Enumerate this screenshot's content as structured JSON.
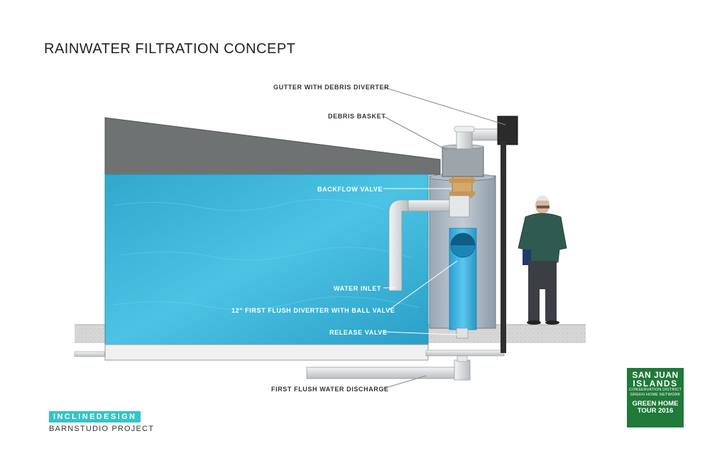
{
  "title": "RAINWATER FILTRATION CONCEPT",
  "labels": {
    "gutter": "GUTTER WITH DEBRIS DIVERTER",
    "debris_basket": "DEBRIS BASKET",
    "backflow_valve": "BACKFLOW VALVE",
    "water_inlet": "WATER INLET",
    "first_flush_diverter": "12\" FIRST FLUSH DIVERTER WITH BALL VALVE",
    "release_valve": "RELEASE VALVE",
    "discharge": "FIRST FLUSH WATER DISCHARGE"
  },
  "logo": {
    "brand": "INCLINEDESIGN",
    "project": "BARNSTUDIO PROJECT"
  },
  "badge": {
    "line1": "SAN JUAN",
    "line2": "ISLANDS",
    "line3": "CONSERVATION DISTRICT",
    "line4": "GREEN HOME NETWORK",
    "line5": "GREEN HOME",
    "line6": "TOUR 2016"
  },
  "colors": {
    "water": "#3fb3d6",
    "roof": "#6f7272",
    "pipe": "#d9dcde",
    "badge": "#1f7a3a",
    "brand": "#35c3c9"
  }
}
